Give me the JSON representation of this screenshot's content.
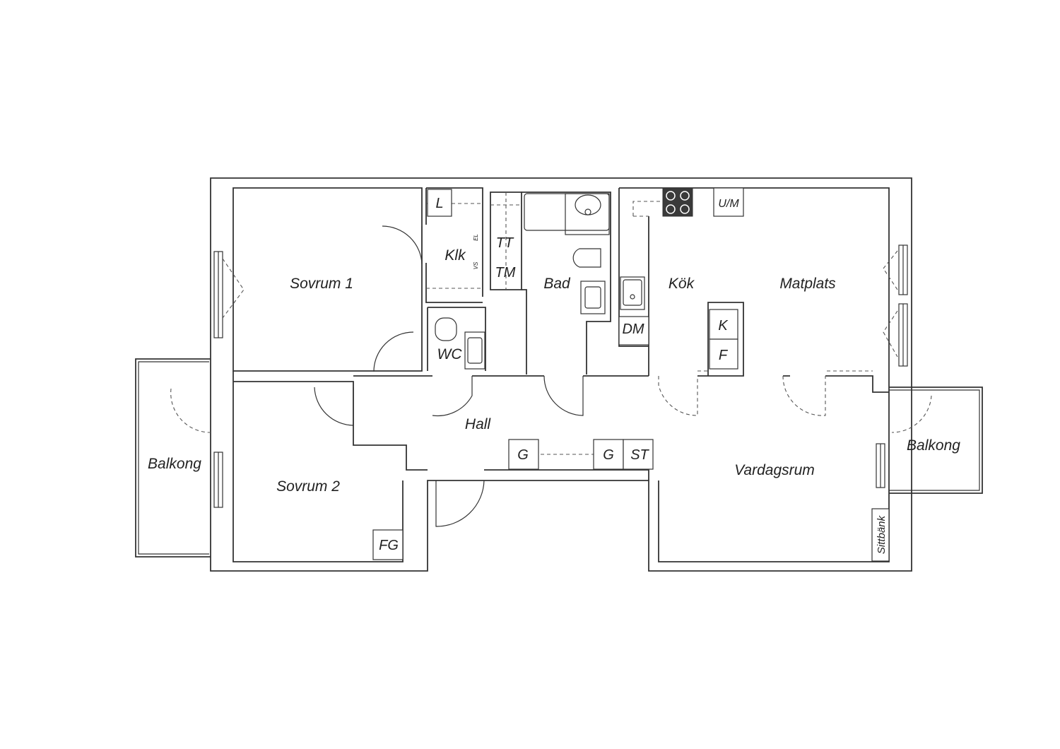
{
  "rooms": {
    "sovrum1": "Sovrum 1",
    "sovrum2": "Sovrum 2",
    "klk": "Klk",
    "wc": "WC",
    "bad": "Bad",
    "kok": "Kök",
    "matplats": "Matplats",
    "hall": "Hall",
    "vardagsrum": "Vardagsrum",
    "balkong_left": "Balkong",
    "balkong_right": "Balkong"
  },
  "fixtures": {
    "l": "L",
    "tt": "TT",
    "tm": "TM",
    "el": "EL",
    "vs": "VS",
    "um": "U/M",
    "dm": "DM",
    "k": "K",
    "f": "F",
    "g1": "G",
    "g2": "G",
    "st": "ST",
    "fg": "FG",
    "sittbank": "Sittbänk"
  },
  "colors": {
    "wall": "#333333",
    "hob": "#3a3a3a",
    "background": "#ffffff"
  }
}
